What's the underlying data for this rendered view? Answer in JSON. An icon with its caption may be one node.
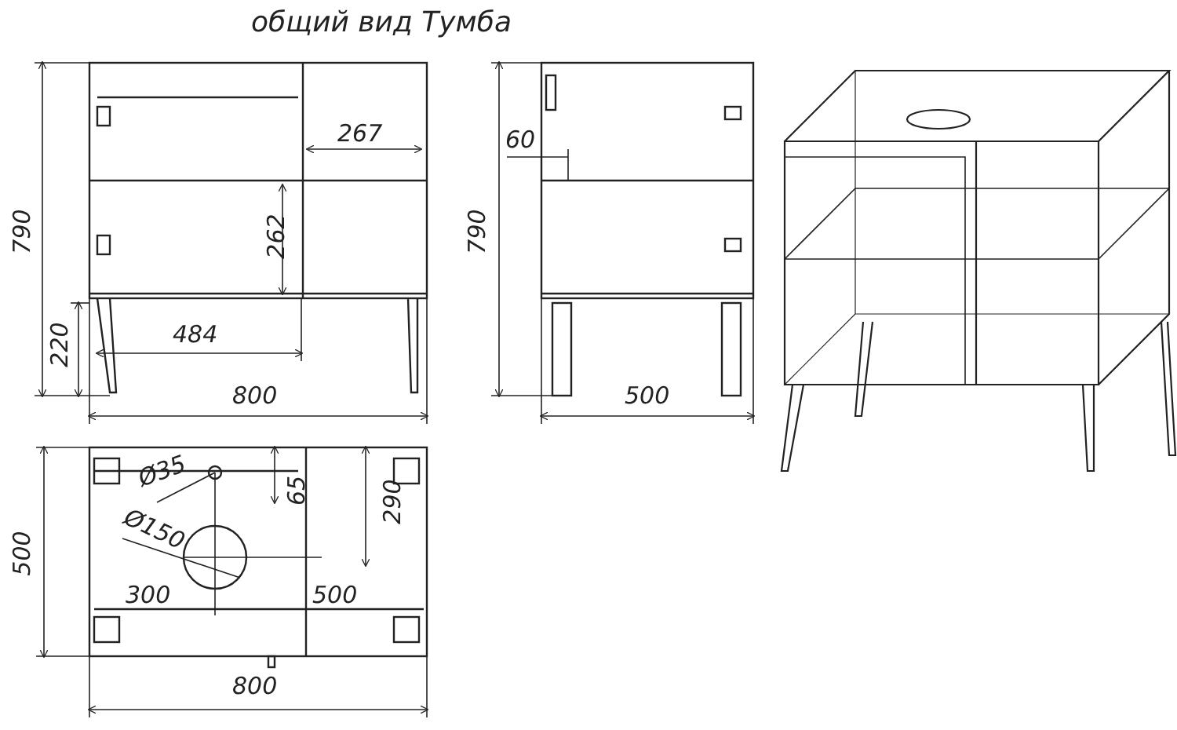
{
  "diagram": {
    "title": "общий вид Тумба",
    "labels": [
      "267",
      "790",
      "262",
      "220",
      "484",
      "800",
      "60",
      "790",
      "500",
      "Ø35",
      "65",
      "290",
      "Ø150",
      "300",
      "500",
      "500",
      "800"
    ]
  }
}
